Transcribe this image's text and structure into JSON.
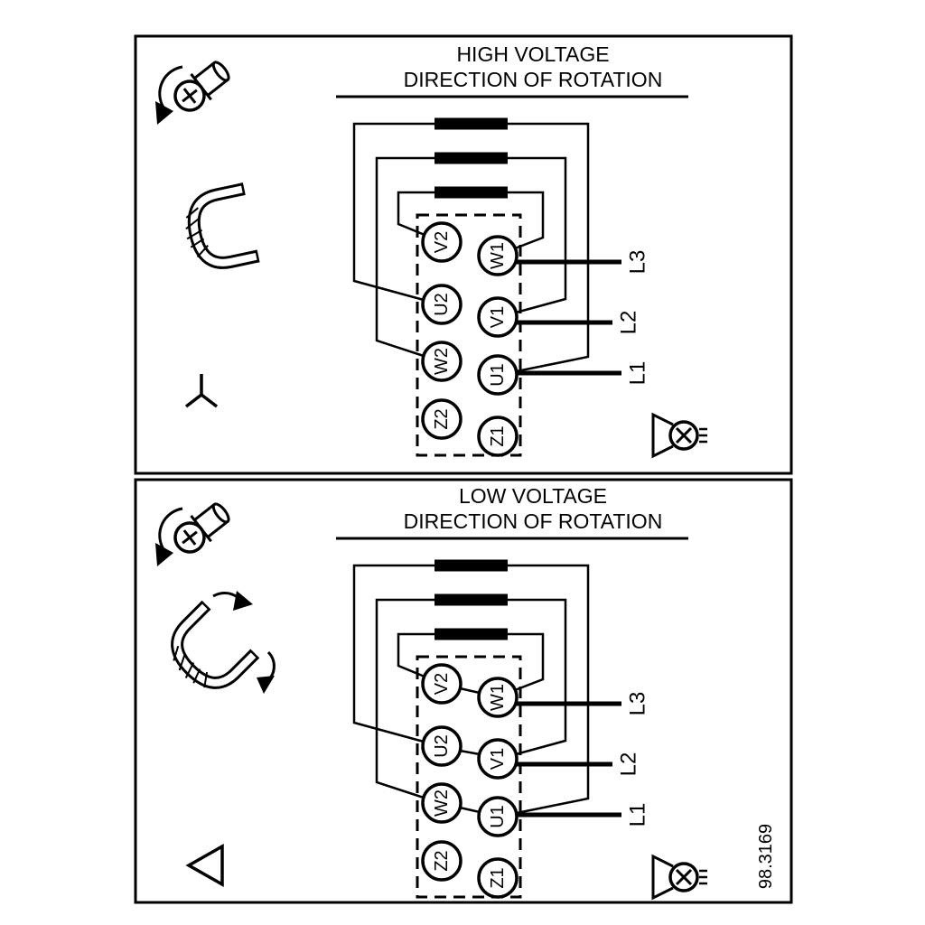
{
  "figure": {
    "number": "98.3169"
  },
  "colors": {
    "ink": "#000000",
    "paper": "#ffffff"
  },
  "panels": {
    "high": {
      "title_line1": "HIGH VOLTAGE",
      "title_line2": "DIRECTION OF ROTATION",
      "terminals_left": [
        "V2",
        "U2",
        "W2",
        "Z2"
      ],
      "terminals_right": [
        "W1",
        "V1",
        "U1",
        "Z1"
      ],
      "lines": [
        "L3",
        "L2",
        "L1"
      ],
      "connection_symbol": "star"
    },
    "low": {
      "title_line1": "LOW VOLTAGE",
      "title_line2": "DIRECTION OF ROTATION",
      "terminals_left": [
        "V2",
        "U2",
        "W2",
        "Z2"
      ],
      "terminals_right": [
        "W1",
        "V1",
        "U1",
        "Z1"
      ],
      "lines": [
        "L3",
        "L2",
        "L1"
      ],
      "connection_symbol": "delta"
    }
  }
}
